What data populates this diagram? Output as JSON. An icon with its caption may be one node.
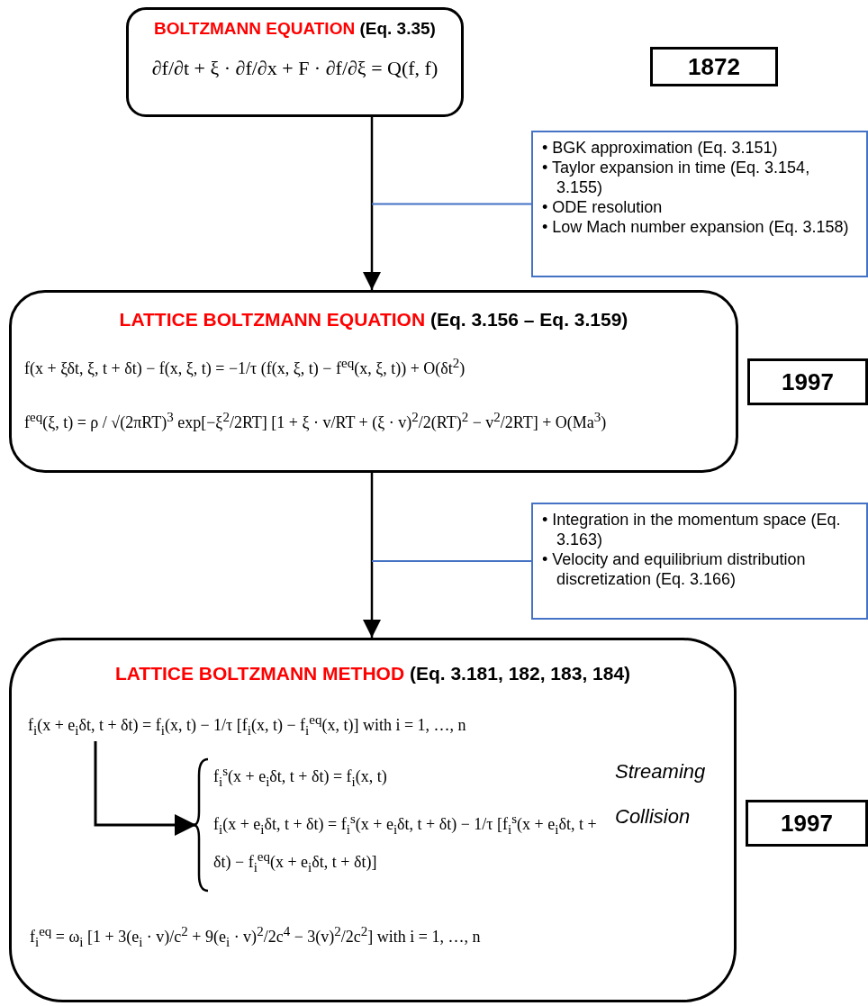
{
  "diagram": {
    "nodes": [
      {
        "text": [
          "BOLTZMANN EQUATION",
          "(Eq. 3.35)",
          "∂f/∂t + ξ · ∂f/∂x + F · ∂f/∂ξ = Q(f, f)"
        ]
      },
      {
        "text": [
          "1872"
        ]
      },
      {
        "text": [
          "• BGK approximation (Eq. 3.151)",
          "• Taylor expansion in time (Eq. 3.154, 3.155)",
          "• ODE resolution",
          "• Low Mach number expansion (Eq. 3.158)"
        ]
      },
      {
        "text": [
          "LATTICE BOLTZMANN EQUATION",
          "(Eq. 3.156 – Eq. 3.159)",
          "f(x + ξδt, ξ, t + δt) − f(x, ξ, t) = −1/τ (f(x, ξ, t) − f$^{eq}$(x, ξ, t)) + O(δt$^{2}$)",
          "f$^{eq}$(ξ, t) = ρ / √(2πRT)$^{3}$ exp[−ξ$^{2}$/2RT] [1 + ξ · v/RT + (ξ · v)$^{2}$/2(RT)$^{2}$ − v$^{2}$/2RT] + O(Ma$^{3}$)"
        ]
      },
      {
        "text": [
          "1997"
        ]
      },
      {
        "text": [
          "• Integration in the momentum space (Eq. 3.163)",
          "• Velocity and equilibrium distribution discretization (Eq. 3.166)"
        ]
      },
      {
        "text": [
          "LATTICE BOLTZMANN METHOD",
          "(Eq. 3.181, 182, 183, 184)",
          "f$_{i}$$^{eq}$ = ω$_{i}$ [1 + 3(e$_{i}$ · v)/c$^{2}$ + 9(e$_{i}$ · v)$^{2}$/2c$^{4}$ − 3(v)$^{2}$/2c$^{2}$]   with   i = 1, …, n"
        ]
      },
      {
        "text": [
          "f$_{i}$(x + e$_{i}$δt, t + δt) = f$_{i}$(x, t) − 1/τ [f$_{i}$(x, t) − f$_{i}$$^{eq}$(x, t)]   with   i = 1, …, n"
        ],
        "in": 6
      },
      {
        "text": [
          "f$_{i}$$^{s}$(x + e$_{i}$δt, t + δt) = f$_{i}$(x, t)",
          "Streaming",
          "f$_{i}$(x + e$_{i}$δt, t + δt) = f$_{i}$$^{s}$(x + e$_{i}$δt, t + δt) − 1/τ [f$_{i}$$^{s}$(x + e$_{i}$δt, t + δt) − f$_{i}$$^{eq}$(x + e$_{i}$δt, t + δt)]",
          "Collision"
        ],
        "in": 6
      },
      {
        "text": [
          "1997"
        ]
      }
    ],
    "edges": [
      {
        "from": 0,
        "to": 3,
        "arrow": "to"
      },
      {
        "from": 3,
        "to": 6,
        "arrow": "to"
      },
      {
        "from": 2,
        "to": null,
        "arrow": "none",
        "color": "#4472c4"
      },
      {
        "from": 5,
        "to": null,
        "arrow": "none",
        "color": "#4472c4"
      },
      {
        "from": 7,
        "to": 8,
        "arrow": "to"
      }
    ]
  }
}
